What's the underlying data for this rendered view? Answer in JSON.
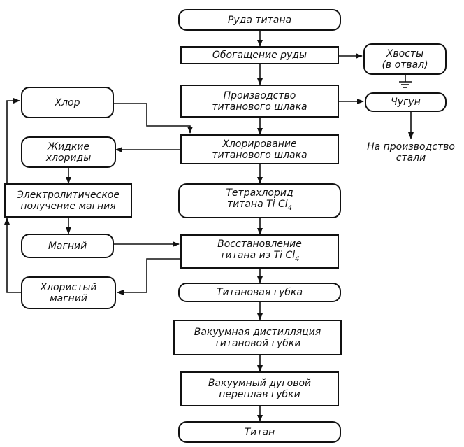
{
  "nodes": {
    "ore": {
      "lines": [
        "Руда титана"
      ]
    },
    "enrichment": {
      "lines": [
        "Обогащение руды"
      ]
    },
    "tailings": {
      "lines": [
        "Хвосты",
        "(в отвал)"
      ]
    },
    "slag_production": {
      "lines": [
        "Производство",
        "титанового шлака"
      ]
    },
    "cast_iron": {
      "lines": [
        "Чугун"
      ]
    },
    "steel": {
      "lines": [
        "На производство",
        "стали"
      ]
    },
    "chlorine": {
      "lines": [
        "Хлор"
      ]
    },
    "liquid_chlorides": {
      "lines": [
        "Жидкие",
        "хлориды"
      ]
    },
    "chlorination": {
      "lines": [
        "Хлорирование",
        "титанового шлака"
      ]
    },
    "electrolysis": {
      "lines": [
        "Электролитическое",
        "получение магния"
      ]
    },
    "tetrachloride": {
      "line1": "Тетрахлорид",
      "line2_text": "титана Ti Cl",
      "line2_sub": "4"
    },
    "magnesium": {
      "lines": [
        "Магний"
      ]
    },
    "reduction": {
      "line1": "Восстановление",
      "line2_text": "титана из Ti Cl",
      "line2_sub": "4"
    },
    "mg_chloride": {
      "lines": [
        "Хлористый",
        "магний"
      ]
    },
    "sponge": {
      "lines": [
        "Титановая губка"
      ]
    },
    "distillation": {
      "lines": [
        "Вакуумная дистилляция",
        "титановой губки"
      ]
    },
    "remelt": {
      "lines": [
        "Вакуумный дуговой",
        "переплав губки"
      ]
    },
    "titanium": {
      "lines": [
        "Титан"
      ]
    }
  }
}
